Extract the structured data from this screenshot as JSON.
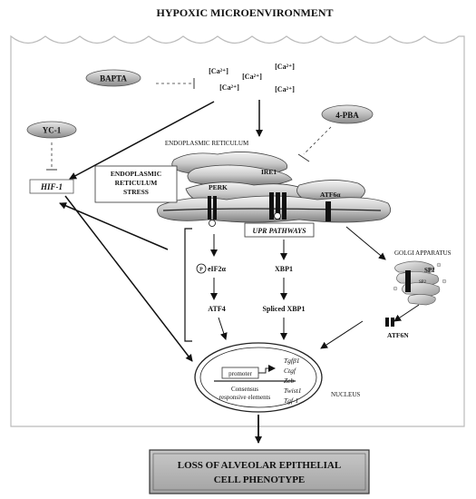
{
  "title": "HYPOXIC MICROENVIRONMENT",
  "inhibitors": {
    "bapta": "BAPTA",
    "pba": "4-PBA",
    "yc1": "YC-1"
  },
  "calcium": [
    "[Ca²⁺]",
    "[Ca²⁺]",
    "[Ca²⁺]",
    "[Ca²⁺]",
    "[Ca²⁺]"
  ],
  "er": {
    "label": "ENDOPLASMIC RETICULUM",
    "stress_line1": "ENDOPLASMIC",
    "stress_line2": "RETICULUM",
    "stress_line3": "STRESS"
  },
  "hif": "HIF-1",
  "sensors": {
    "ire1": "IRE1",
    "perk": "PERK",
    "atf6a": "ATF6α"
  },
  "upr": "UPR PATHWAYS",
  "golgi": {
    "label": "GOLGI APPARATUS",
    "sp1": "SP1",
    "sp2": "SP2",
    "atf6n": "ATF6N"
  },
  "pathway": {
    "peif2a": "eIF2α",
    "atf4": "ATF4",
    "xbp1": "XBP1",
    "spliced_xbp1": "Spliced XBP1"
  },
  "nucleus": {
    "label": "NUCLEUS",
    "promoter": "promoter",
    "consensus_line1": "Consensus",
    "consensus_line2": "responsive elements",
    "genes": [
      "Tgfβ1",
      "Ctgf",
      "Zeb",
      "Twist1",
      "Tgf-1"
    ]
  },
  "outcome": {
    "line1": "LOSS OF ALVEOLAR EPITHELIAL",
    "line2": "CELL PHENOTYPE"
  }
}
